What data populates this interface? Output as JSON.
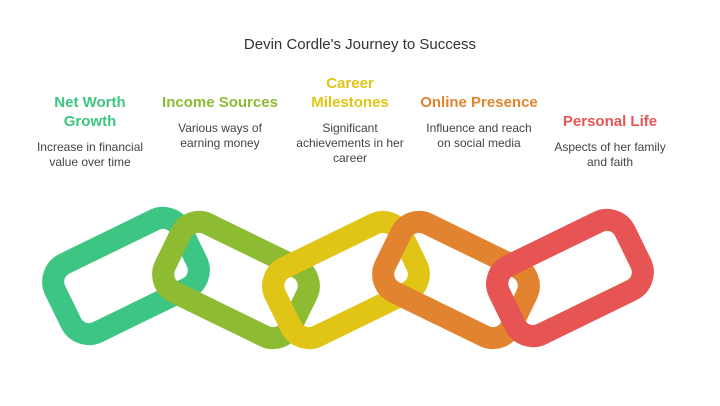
{
  "title": "Devin Cordle's Journey to Success",
  "stages": [
    {
      "heading": "Net Worth Growth",
      "description": "Increase in financial value over time",
      "color": "#3DC583"
    },
    {
      "heading": "Income Sources",
      "description": "Various ways of earning money",
      "color": "#8DBB32"
    },
    {
      "heading": "Career Milestones",
      "description": "Significant achievements in her career",
      "color": "#E1C516"
    },
    {
      "heading": "Online Presence",
      "description": "Influence and reach on social media",
      "color": "#E2842F"
    },
    {
      "heading": "Personal Life",
      "description": "Aspects of her family and faith",
      "color": "#E65553"
    }
  ]
}
